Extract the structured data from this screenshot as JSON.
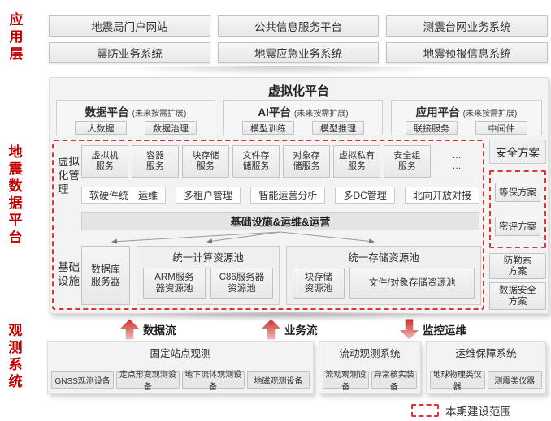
{
  "colors": {
    "accent_red": "#c00000",
    "scope_dashed_red": "#e03333"
  },
  "side_labels": {
    "application_layer": "应\n用\n层",
    "data_platform": "地\n震\n数\n据\n平\n台",
    "observation_system": "观\n测\n系\n统"
  },
  "application_layer": {
    "items": [
      "地震局门户网站",
      "公共信息服务平台",
      "测震台网业务系统",
      "震防业务系统",
      "地震应急业务系统",
      "地震预报信息系统"
    ]
  },
  "virtualization_platform": {
    "title": "虚拟化平台",
    "sub_platforms": [
      {
        "title": "数据平台",
        "note": "(未来按需扩展)",
        "items": [
          "大数据",
          "数据治理"
        ]
      },
      {
        "title": "AI平台",
        "note": "(未来按需扩展)",
        "items": [
          "模型训练",
          "模型推理"
        ]
      },
      {
        "title": "应用平台",
        "note": "(未来按需扩展)",
        "items": [
          "联接服务",
          "中间件"
        ]
      }
    ],
    "virtualization_mgmt": {
      "label": "虚拟\n化管\n理",
      "services": [
        "虚拟机\n服务",
        "容器\n服务",
        "块存储\n服务",
        "文件存\n储服务",
        "对象存\n储服务",
        "虚拟私有\n服务",
        "安全组\n服务",
        "…\n…"
      ],
      "mgmt_functions": [
        "软硬件统一运维",
        "多租户管理",
        "智能运营分析",
        "多DC管理",
        "北向开放对接"
      ],
      "ops_bar": "基础设施&运维&运营"
    },
    "infrastructure": {
      "label": "基础\n设施",
      "db_server": "数据库\n服务器",
      "compute_pool": {
        "title": "统一计算资源池",
        "items": [
          "ARM服务\n器资源池",
          "C86服务器\n资源池"
        ]
      },
      "storage_pool": {
        "title": "统一存储资源池",
        "items": [
          "块存储\n资源池",
          "文件/对象存储资源池"
        ]
      }
    },
    "security": {
      "title": "安全方案",
      "scoped_items": [
        "等保方案",
        "密评方案"
      ],
      "other_items": [
        "防勒索\n方案",
        "数据安全\n方案"
      ]
    }
  },
  "flows": [
    {
      "label": "数据流",
      "direction": "up"
    },
    {
      "label": "业务流",
      "direction": "up"
    },
    {
      "label": "监控运维",
      "direction": "down"
    }
  ],
  "observation": {
    "groups": [
      {
        "title": "固定站点观测",
        "devices": [
          "GNSS观测设备",
          "定点形变观测设备",
          "地下流体观测设备",
          "地磁观测设备"
        ]
      },
      {
        "title": "流动观测系统",
        "devices": [
          "流动观测设备",
          "异常核实装备"
        ]
      },
      {
        "title": "运维保障系统",
        "devices": [
          "地球物理类仪器",
          "测震类仪器"
        ]
      }
    ]
  },
  "legend": {
    "label": "本期建设范围"
  }
}
